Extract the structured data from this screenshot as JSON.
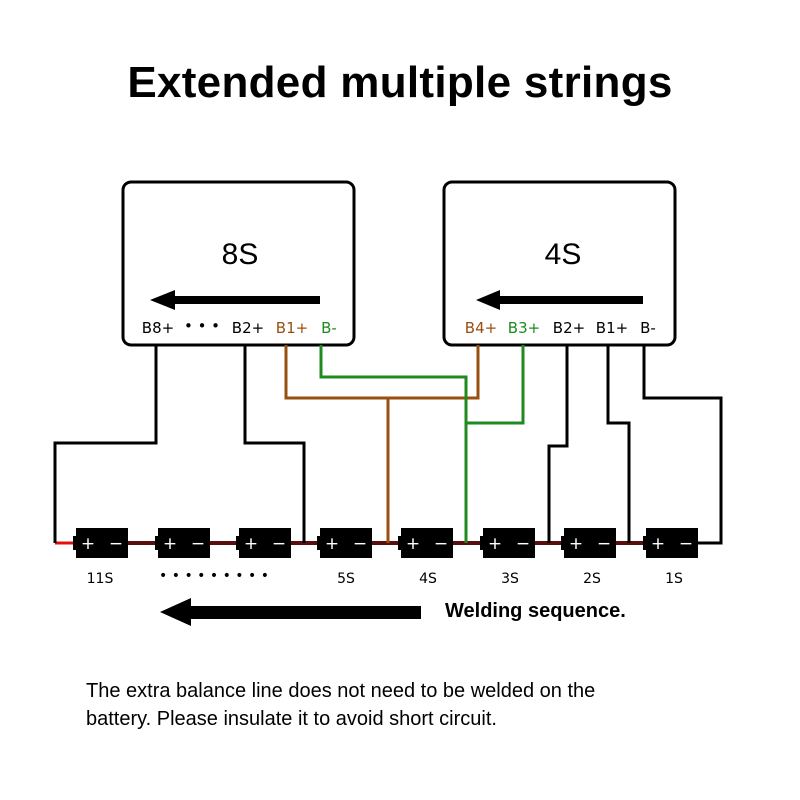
{
  "title": "Extended multiple strings",
  "colors": {
    "wire_black": "#000000",
    "wire_brown": "#9a4f10",
    "wire_green": "#1f8a1f",
    "series_link": "#5a0e0e",
    "first_link": "#e01010",
    "battery_fill": "#000000"
  },
  "bms_boards": [
    {
      "id": "8s",
      "label": "8S",
      "pins": [
        {
          "label": "B8+",
          "color": "black"
        },
        {
          "label": "• • •",
          "color": "black"
        },
        {
          "label": "B2+",
          "color": "black"
        },
        {
          "label": "B1+",
          "color": "brown"
        },
        {
          "label": "B-",
          "color": "green"
        }
      ]
    },
    {
      "id": "4s",
      "label": "4S",
      "pins": [
        {
          "label": "B4+",
          "color": "brown"
        },
        {
          "label": "B3+",
          "color": "green"
        },
        {
          "label": "B2+",
          "color": "black"
        },
        {
          "label": "B1+",
          "color": "black"
        },
        {
          "label": "B-",
          "color": "black"
        }
      ]
    }
  ],
  "cells": {
    "plus_symbol": "+",
    "minus_symbol": "−",
    "labels": [
      "11S",
      "• • • • • • • • •",
      "5S",
      "4S",
      "3S",
      "2S",
      "1S"
    ],
    "count_drawn": 8
  },
  "welding": {
    "label": "Welding sequence.",
    "direction": "left"
  },
  "note": {
    "line1": "The extra balance line does not need to be welded on the",
    "line2": "battery. Please insulate it to avoid short circuit."
  }
}
